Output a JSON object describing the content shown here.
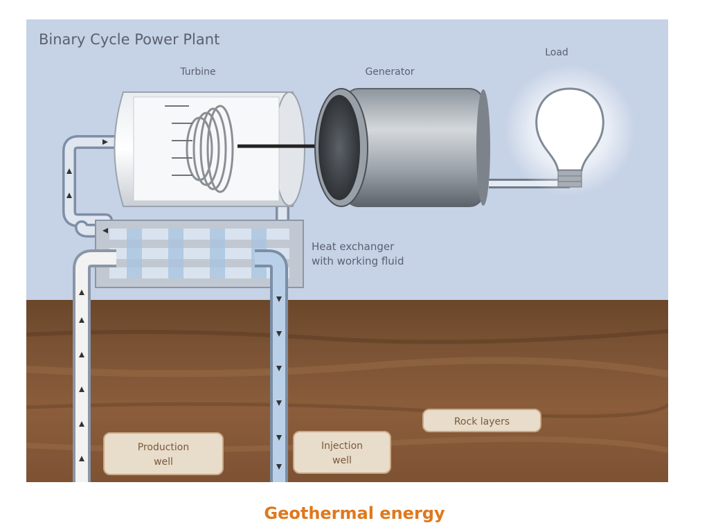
{
  "diagram": {
    "title": "Binary Cycle Power Plant",
    "labels": {
      "turbine": "Turbine",
      "generator": "Generator",
      "load": "Load",
      "heat_exchanger_line1": "Heat exchanger",
      "heat_exchanger_line2": "with working fluid",
      "rock_layers": "Rock layers",
      "production_well_line1": "Production",
      "production_well_line2": "well",
      "injection_well_line1": "Injection",
      "injection_well_line2": "well"
    }
  },
  "caption": "Geothermal energy",
  "colors": {
    "sky": "#c6d2e6",
    "ground_top": "#6e4a2c",
    "ground_bottom": "#8a5c3a",
    "caption": "#e0781c"
  }
}
